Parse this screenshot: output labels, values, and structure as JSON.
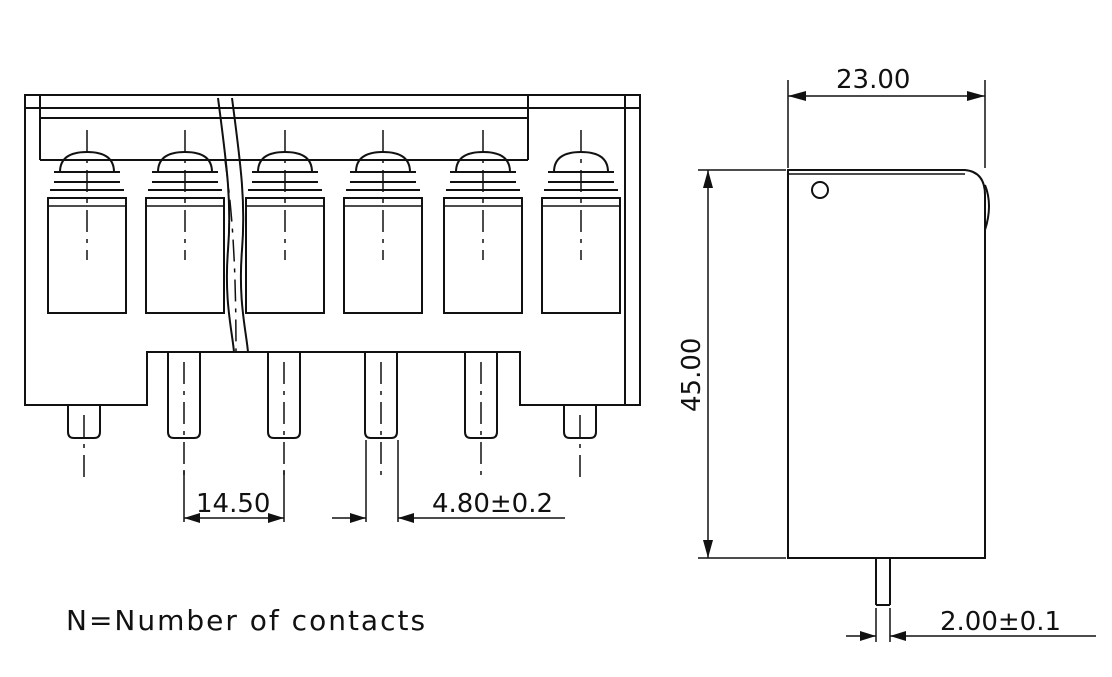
{
  "dimensions": {
    "pitch": "14.50",
    "pin_width": "4.80±0.2",
    "depth": "23.00",
    "height": "45.00",
    "side_pin": "2.00±0.1"
  },
  "note": "N=Number of contacts"
}
